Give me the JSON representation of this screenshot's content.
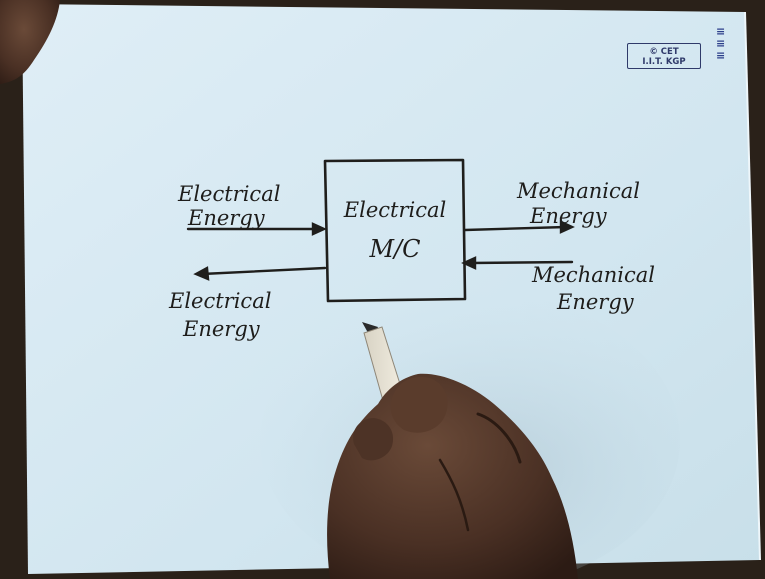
{
  "stamp": {
    "line1": "© CET",
    "line2": "I.I.T. KGP"
  },
  "diagram": {
    "block": {
      "line1": "Electrical",
      "line2": "M/C"
    },
    "input_top_left": {
      "line1": "Electrical",
      "line2": "Energy"
    },
    "output_bottom_left": {
      "line1": "Electrical",
      "line2": "Energy"
    },
    "output_top_right": {
      "line1": "Mechanical",
      "line2": "Energy"
    },
    "input_bottom_right": {
      "line1": "Mechanical",
      "line2": "Energy"
    }
  }
}
